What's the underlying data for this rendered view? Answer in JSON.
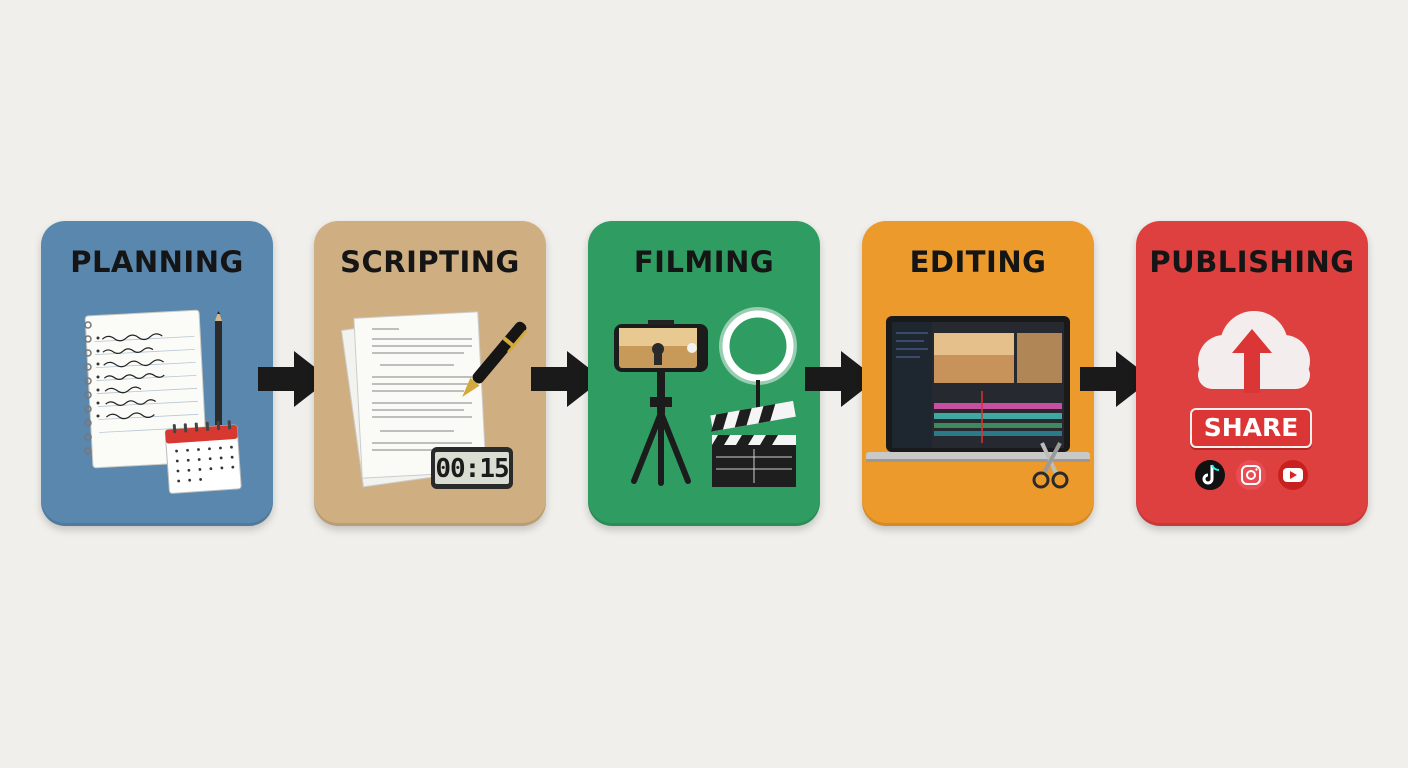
{
  "steps": [
    {
      "title": "PLANNING",
      "color": "#5a87ad"
    },
    {
      "title": "SCRIPTING",
      "color": "#cfaf82"
    },
    {
      "title": "FILMING",
      "color": "#2f9d62"
    },
    {
      "title": "EDITING",
      "color": "#ec9a2b"
    },
    {
      "title": "PUBLISHING",
      "color": "#de4040"
    }
  ],
  "scripting": {
    "timer_display": "00:15"
  },
  "publishing": {
    "share_label": "SHARE",
    "platform_icons": [
      "tiktok-icon",
      "instagram-icon",
      "youtube-icon"
    ]
  },
  "background_color": "#f0efeb"
}
